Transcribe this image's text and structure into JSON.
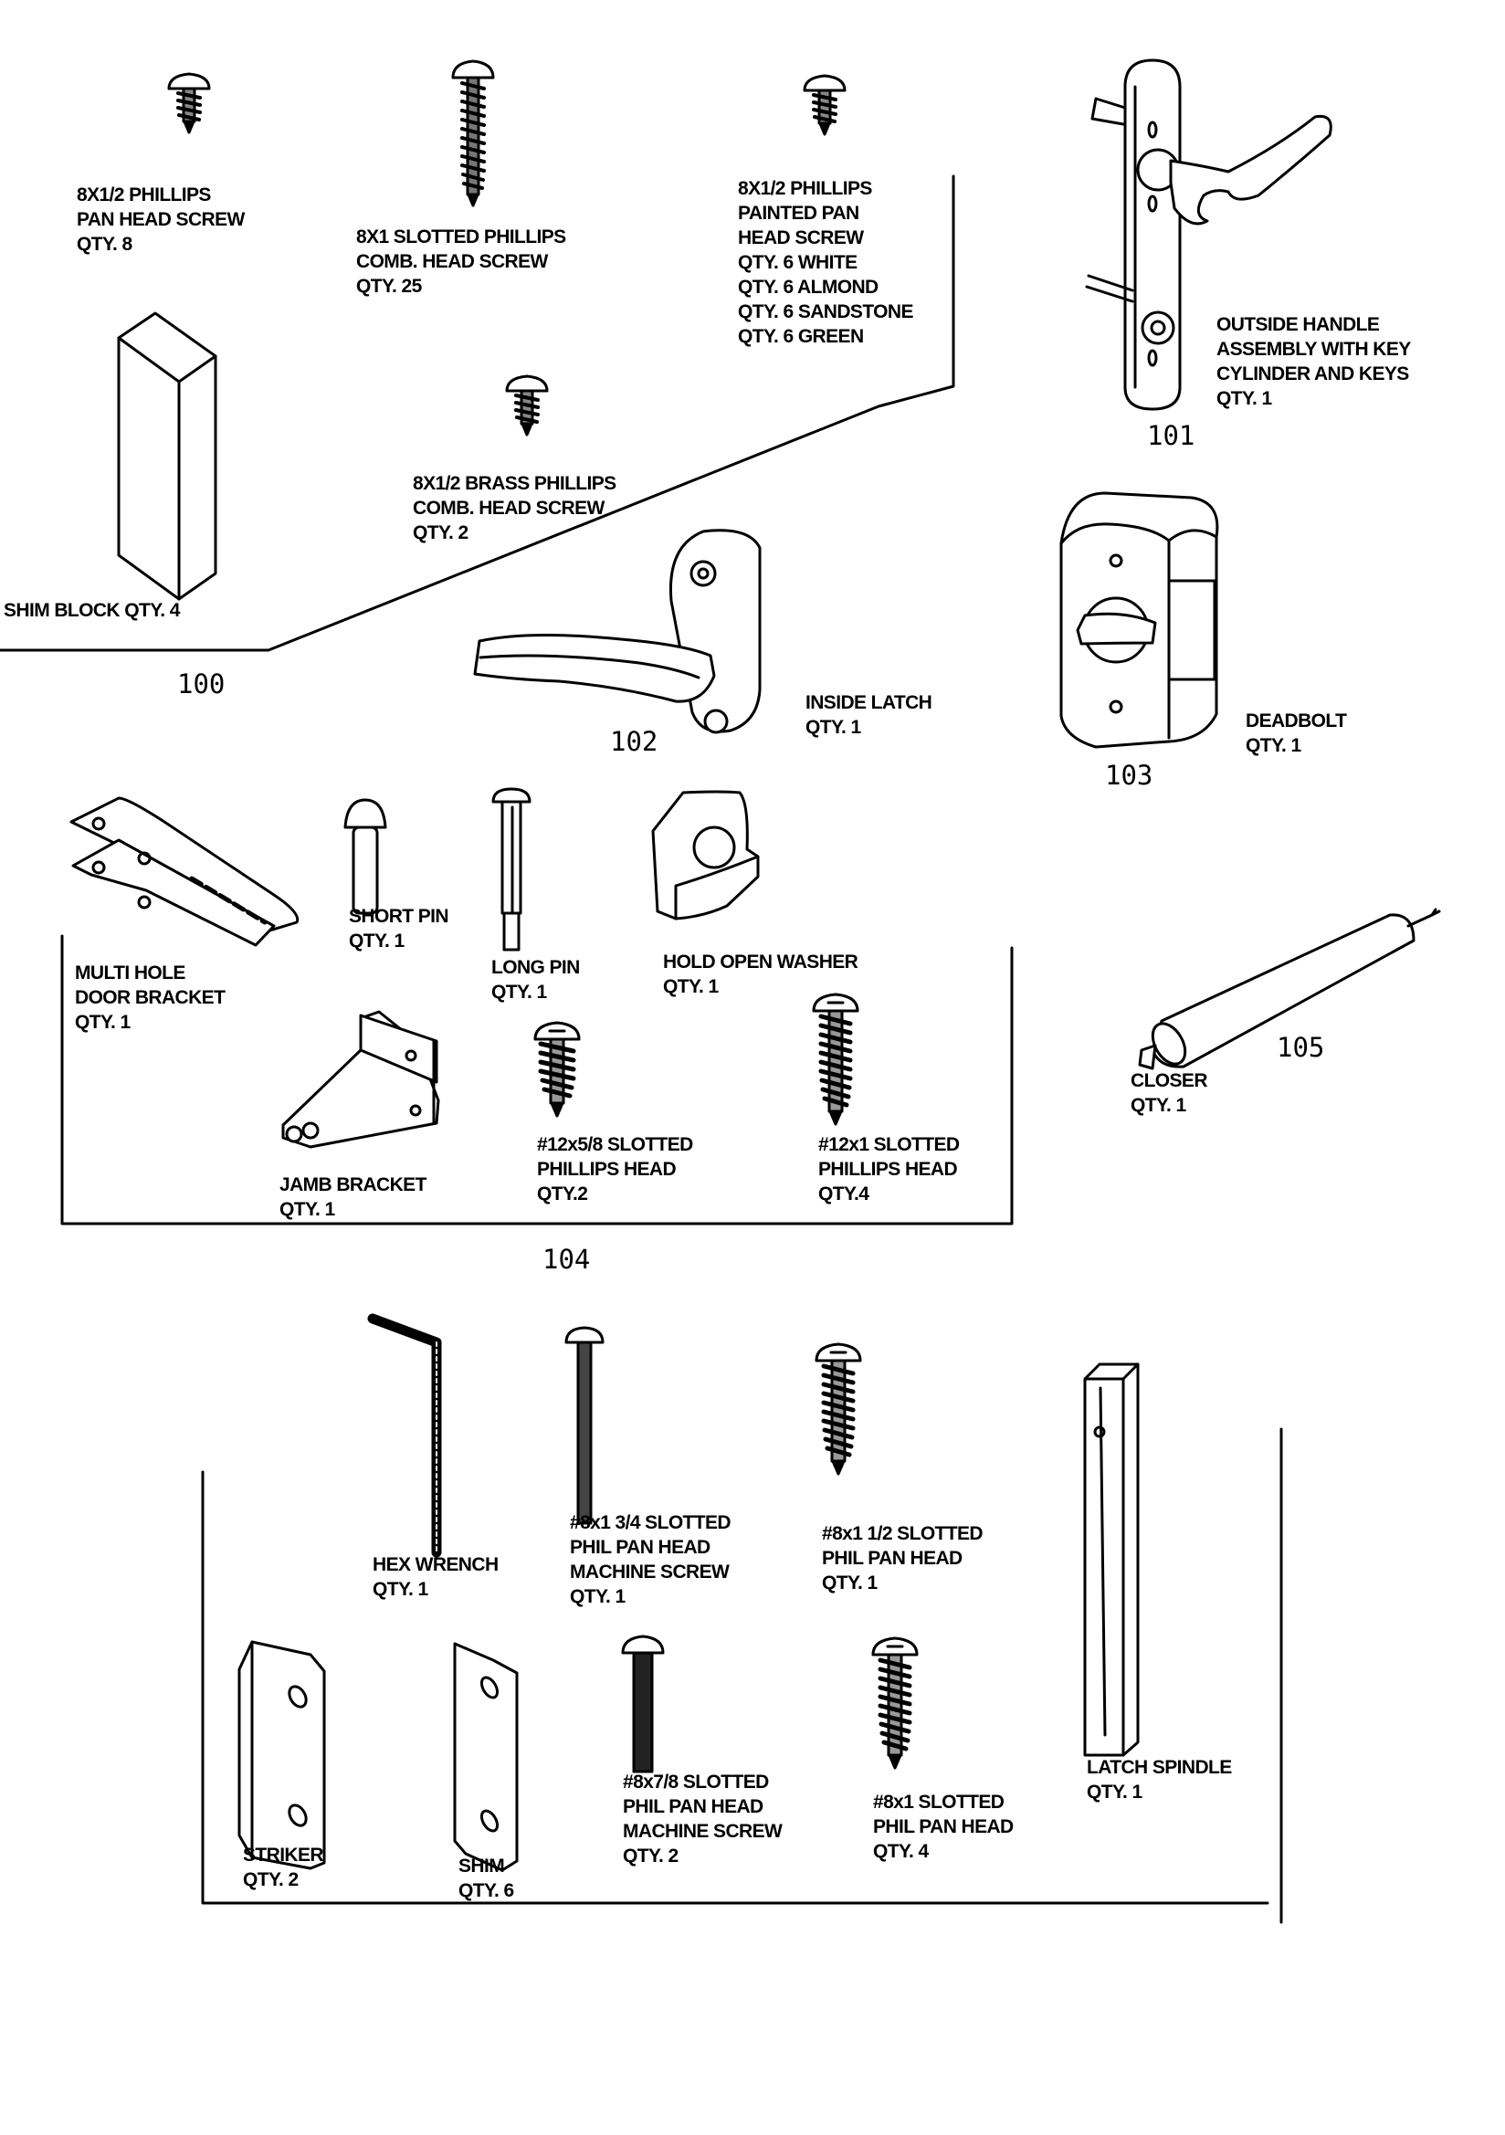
{
  "group_numbers": {
    "g100": "100",
    "g101": "101",
    "g102": "102",
    "g103": "103",
    "g104": "104",
    "g105": "105"
  },
  "parts": {
    "pan_head_screw": [
      "8X1/2 PHILLIPS",
      "PAN HEAD SCREW",
      "QTY. 8"
    ],
    "slotted_comb_screw": [
      "8X1 SLOTTED PHILLIPS",
      "COMB. HEAD SCREW",
      "QTY. 25"
    ],
    "painted_pan_screw": [
      "8X1/2 PHILLIPS",
      "PAINTED PAN",
      "HEAD SCREW",
      "QTY. 6 WHITE",
      "QTY. 6 ALMOND",
      "QTY. 6 SANDSTONE",
      "QTY. 6 GREEN"
    ],
    "brass_comb_screw": [
      "8X1/2 BRASS PHILLIPS",
      "COMB. HEAD SCREW",
      "QTY. 2"
    ],
    "shim_block": [
      "SHIM BLOCK QTY. 4"
    ],
    "outside_handle": [
      "OUTSIDE HANDLE",
      "ASSEMBLY WITH KEY",
      "CYLINDER AND KEYS",
      "QTY. 1"
    ],
    "inside_latch": [
      "INSIDE LATCH",
      "QTY. 1"
    ],
    "deadbolt": [
      "DEADBOLT",
      "QTY. 1"
    ],
    "multi_hole_bracket": [
      "MULTI HOLE",
      "DOOR BRACKET",
      "QTY. 1"
    ],
    "short_pin": [
      "SHORT PIN",
      "QTY. 1"
    ],
    "long_pin": [
      "LONG PIN",
      "QTY. 1"
    ],
    "hold_open_washer": [
      "HOLD OPEN WASHER",
      "QTY. 1"
    ],
    "jamb_bracket": [
      "JAMB BRACKET",
      "QTY. 1"
    ],
    "screw_12x58": [
      "#12x5/8 SLOTTED",
      "PHILLIPS HEAD",
      "QTY.2"
    ],
    "screw_12x1": [
      "#12x1 SLOTTED",
      "PHILLIPS HEAD",
      "QTY.4"
    ],
    "closer": [
      "CLOSER",
      "QTY. 1"
    ],
    "hex_wrench": [
      "HEX WRENCH",
      "QTY. 1"
    ],
    "machine_screw_134": [
      "#8x1 3/4 SLOTTED",
      "PHIL PAN HEAD",
      "MACHINE SCREW",
      "QTY. 1"
    ],
    "screw_8x112": [
      "#8x1 1/2 SLOTTED",
      "PHIL PAN HEAD",
      "QTY. 1"
    ],
    "striker": [
      "STRIKER",
      "QTY. 2"
    ],
    "shim": [
      "SHIM",
      "QTY. 6"
    ],
    "machine_screw_78": [
      "#8x7/8 SLOTTED",
      "PHIL PAN HEAD",
      "MACHINE SCREW",
      "QTY. 2"
    ],
    "screw_8x1": [
      "#8x1 SLOTTED",
      "PHIL PAN HEAD",
      "QTY. 4"
    ],
    "latch_spindle": [
      "LATCH SPINDLE",
      "QTY. 1"
    ]
  },
  "icons": [
    "screw-icon",
    "shim-block-icon",
    "outside-handle-icon",
    "inside-latch-icon",
    "deadbolt-icon",
    "door-bracket-icon",
    "pin-icon",
    "washer-icon",
    "jamb-bracket-icon",
    "closer-icon",
    "hex-wrench-icon",
    "striker-plate-icon",
    "shim-plate-icon",
    "latch-spindle-icon"
  ]
}
